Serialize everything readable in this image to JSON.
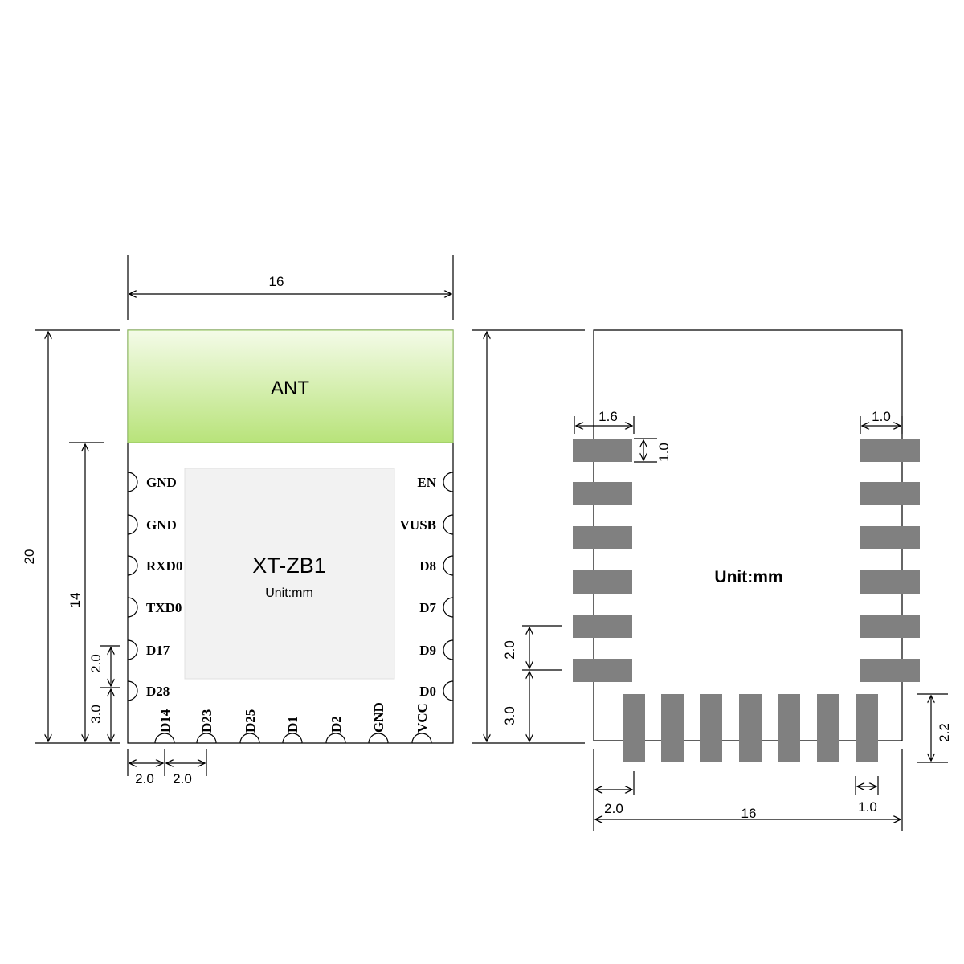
{
  "module": {
    "antenna_label": "ANT",
    "chip_label": "XT-ZB1",
    "unit_label": "Unit:mm",
    "left_pins": [
      "GND",
      "GND",
      "RXD0",
      "TXD0",
      "D17",
      "D28"
    ],
    "right_pins": [
      "EN",
      "VUSB",
      "D8",
      "D7",
      "D9",
      "D0"
    ],
    "bottom_pins": [
      "D14",
      "D23",
      "D25",
      "D1",
      "D2",
      "GND",
      "VCC"
    ],
    "dimensions": {
      "width": "16",
      "height": "20",
      "pin_area_height": "14",
      "pin_pitch": "2.0",
      "bottom_offset": "3.0",
      "bottom_first_offset": "2.0",
      "bottom_pitch": "2.0"
    }
  },
  "footprint": {
    "unit_label": "Unit:mm",
    "dimensions": {
      "pad_length_left": "1.6",
      "pad_length_right": "1.0",
      "pad_width": "1.0",
      "pin_pitch": "2.0",
      "bottom_offset": "3.0",
      "bottom_pad_length": "2.2",
      "bottom_first_offset": "2.0",
      "bottom_pad_width": "1.0",
      "width": "16"
    }
  },
  "colors": {
    "antenna_fill_top": "#f4fbe8",
    "antenna_fill_bottom": "#b8e37a",
    "chip_fill": "#f2f2f2",
    "pad_fill": "#808080",
    "line": "#000000"
  }
}
